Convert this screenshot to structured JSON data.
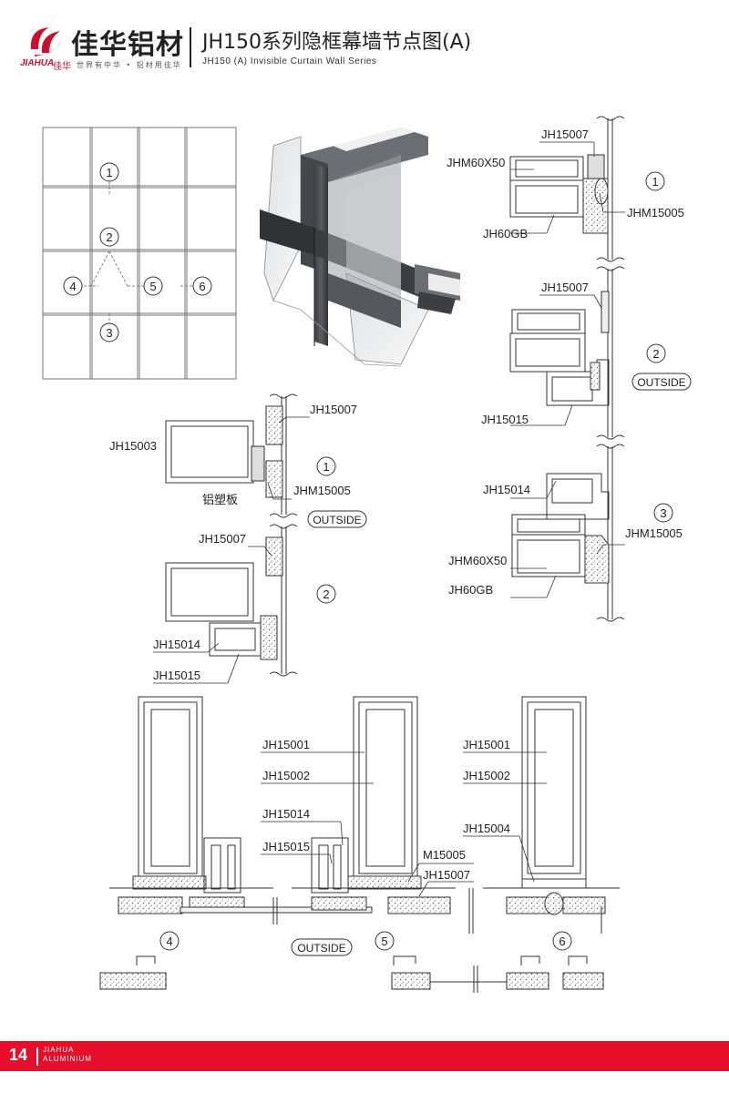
{
  "header": {
    "brand_cn": "佳华铝材",
    "brand_en": "JIAHUA",
    "brand_suffix": "佳华",
    "slogan": "世界有中华 • 铝材用佳华",
    "title_cn": "JH150系列隐框幕墙节点图(A)",
    "title_en": "JH150 (A) Invisible Curtain Wall Series"
  },
  "elevation": {
    "markers": [
      "1",
      "2",
      "3",
      "4",
      "5",
      "6"
    ]
  },
  "detail_top_right": {
    "labels": [
      "JH15007",
      "JHM60X50",
      "JH60GB",
      "JHM15005",
      "JH15007",
      "JH15015",
      "JH15014",
      "JHM15005",
      "JHM60X50",
      "JH60GB"
    ],
    "markers": [
      "1",
      "2",
      "3"
    ],
    "outside": "OUTSIDE"
  },
  "detail_middle": {
    "labels": [
      "JH15007",
      "JH15003",
      "JHM15005",
      "铝塑板",
      "JH15007",
      "JH15014",
      "JH15015"
    ],
    "markers": [
      "1",
      "2"
    ],
    "outside": "OUTSIDE"
  },
  "detail_bottom": {
    "labels": [
      "JH15001",
      "JH15002",
      "JH15014",
      "JH15015",
      "M15005",
      "JH15007",
      "JH15001",
      "JH15002",
      "JH15004"
    ],
    "markers": [
      "4",
      "5",
      "6"
    ],
    "outside": "OUTSIDE"
  },
  "footer": {
    "page_number": "14",
    "brand_line1": "JIAHUA",
    "brand_line2": "ALUMINIUM"
  },
  "colors": {
    "brand_red": "#c8102e",
    "footer_red": "#e60e28",
    "profile_gray": "#4a4d52",
    "line_gray": "#444444"
  }
}
